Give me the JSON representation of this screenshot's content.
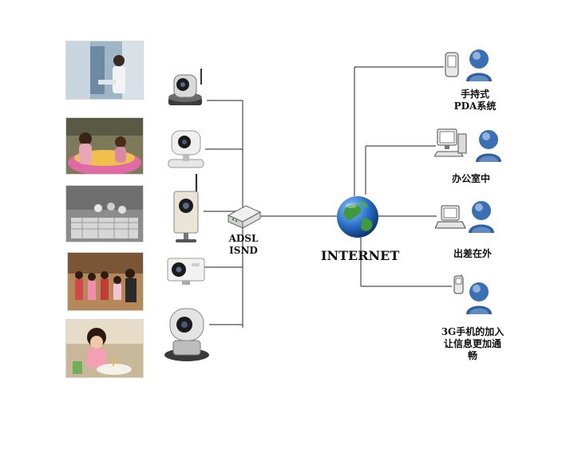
{
  "photos": [
    {
      "name": "photo-office-woman",
      "icon": "office-scene"
    },
    {
      "name": "photo-children-pool",
      "icon": "children-scene"
    },
    {
      "name": "photo-shop-interior",
      "icon": "shop-scene"
    },
    {
      "name": "photo-family-group",
      "icon": "family-scene"
    },
    {
      "name": "photo-child-birthday",
      "icon": "birthday-scene"
    }
  ],
  "cameras": [
    {
      "name": "ptz-camera-icon"
    },
    {
      "name": "dome-camera-icon"
    },
    {
      "name": "wireless-camera-icon"
    },
    {
      "name": "box-camera-icon"
    },
    {
      "name": "pan-tilt-camera-icon"
    }
  ],
  "router": {
    "icon": "router-icon",
    "label_line1": "ADSL",
    "label_line2": "ISND"
  },
  "internet": {
    "icon": "globe-icon",
    "label": "INTERNET"
  },
  "clients": [
    {
      "device_icon": "pda-icon",
      "line1": "手持式",
      "line2": "PDA系统",
      "line3": ""
    },
    {
      "device_icon": "desktop-computer-icon",
      "line1": "办公室中",
      "line2": "",
      "line3": ""
    },
    {
      "device_icon": "laptop-icon",
      "line1": "出差在外",
      "line2": "",
      "line3": ""
    },
    {
      "device_icon": "mobile-phone-icon",
      "line1": "3G手机的加入",
      "line2": "让信息更加通",
      "line3": "畅"
    }
  ],
  "colors": {
    "line": "#4a4a4a",
    "user_body": "#2f5f9e",
    "user_light": "#8db1df",
    "globe_ocean": "#2a6fc7",
    "globe_land": "#3f9a3a"
  }
}
